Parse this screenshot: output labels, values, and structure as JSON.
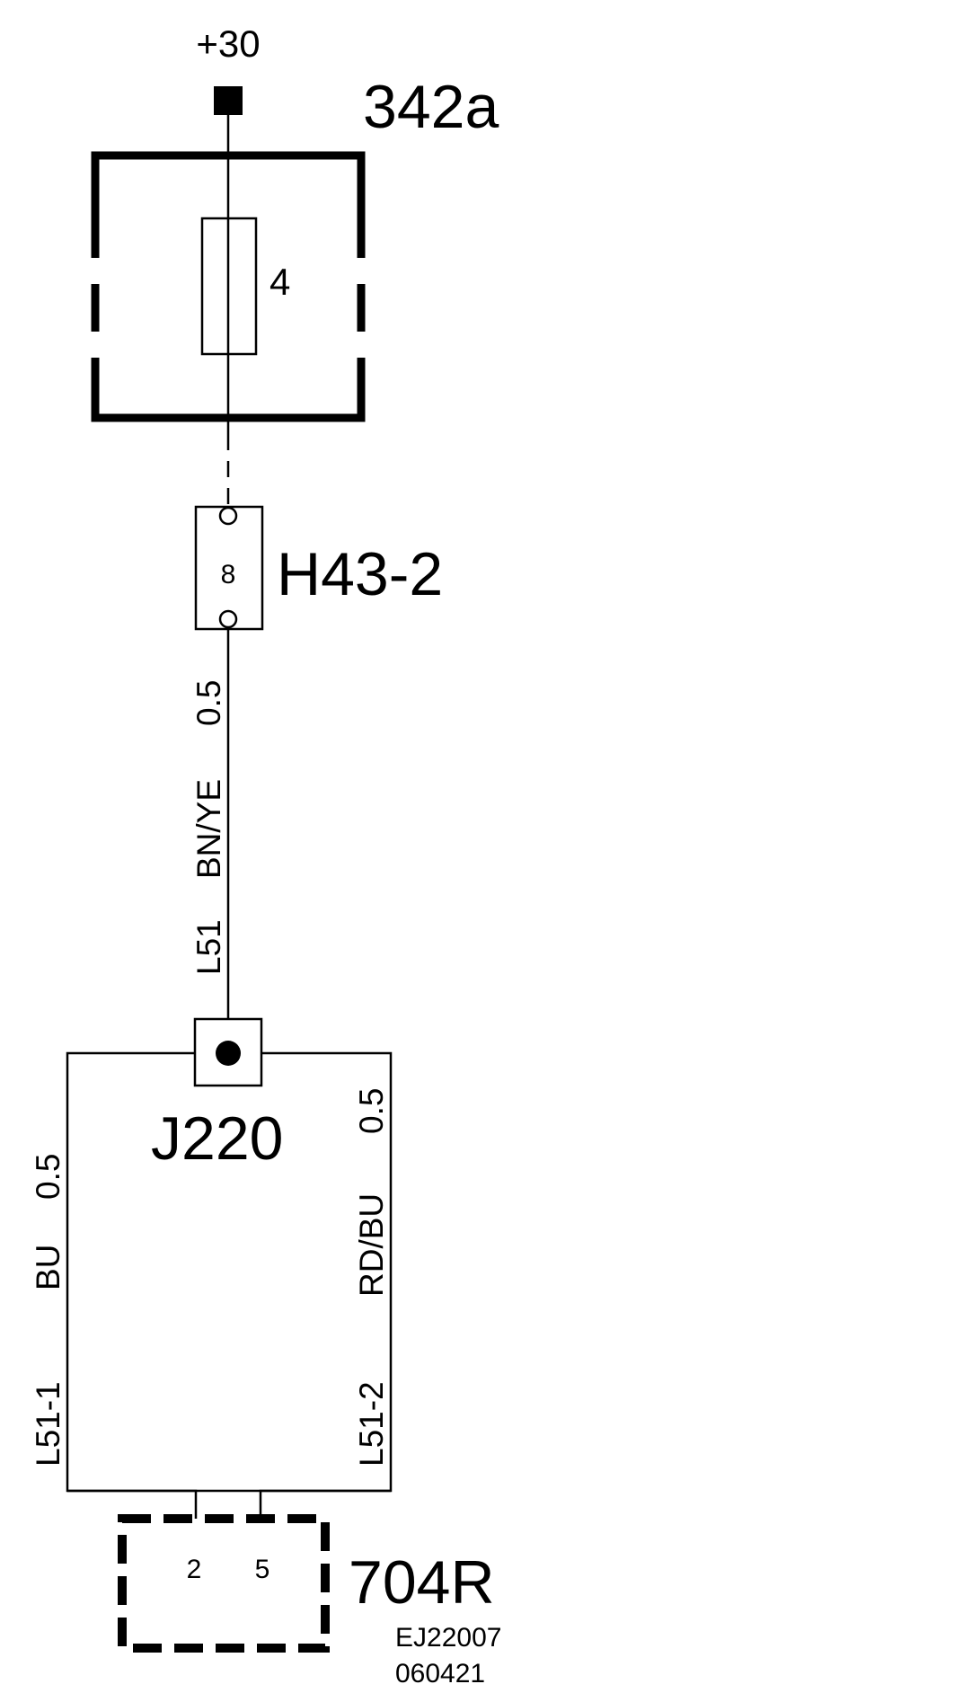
{
  "supply": {
    "label": "+30"
  },
  "fuse_box": {
    "id": "342a",
    "fuse_number": "4"
  },
  "connector_h43": {
    "id": "H43-2",
    "pin": "8"
  },
  "main_wire": {
    "code": "L51",
    "color": "BN/YE",
    "size": "0.5"
  },
  "splice": {
    "id": "J220"
  },
  "left_wire": {
    "code": "L51-1",
    "color": "BU",
    "size": "0.5"
  },
  "right_wire": {
    "code": "L51-2",
    "color": "RD/BU",
    "size": "0.5"
  },
  "component": {
    "id": "704R",
    "pin_left": "2",
    "pin_right": "5"
  },
  "reference": {
    "line1": "EJ22007",
    "line2": "060421"
  }
}
